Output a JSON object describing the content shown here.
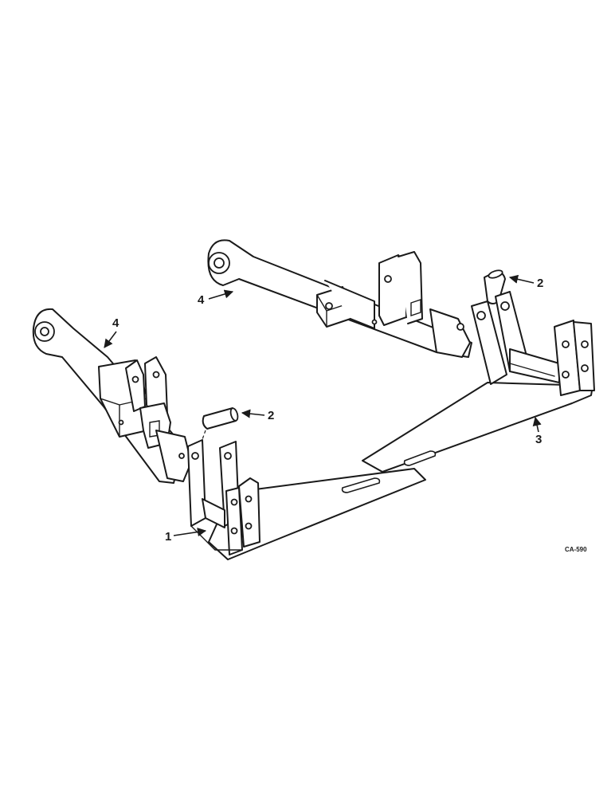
{
  "callouts": {
    "c1": "1",
    "c2a": "2",
    "c2b": "2",
    "c3": "3",
    "c4a": "4",
    "c4b": "4"
  },
  "figure_code": "CA-590"
}
